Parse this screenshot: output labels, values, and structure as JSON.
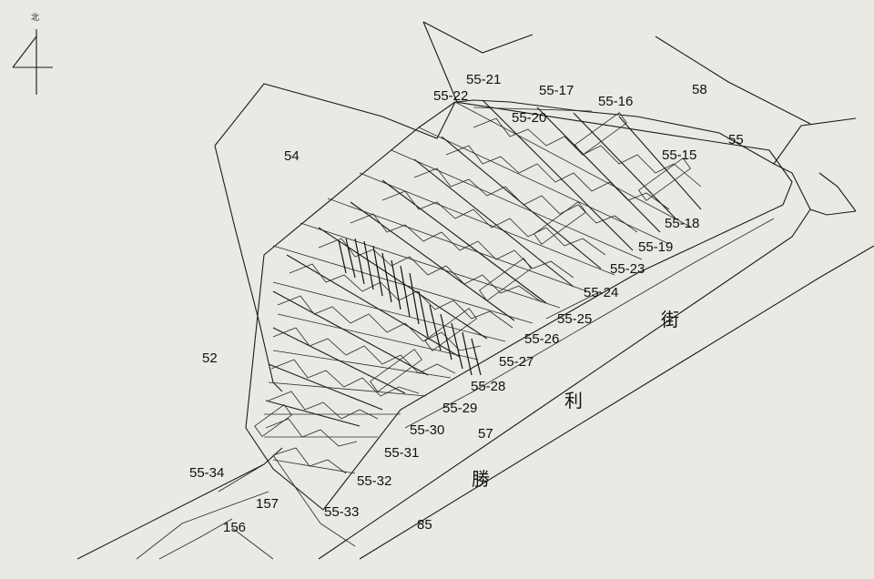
{
  "north": {
    "label": "北",
    "arrow_icon": "north-arrow-icon"
  },
  "road": {
    "chars": [
      "街",
      "利",
      "勝"
    ]
  },
  "parcels": [
    "55-21",
    "55-22",
    "55-17",
    "55-16",
    "58",
    "55-20",
    "55",
    "54",
    "55-15",
    "55-18",
    "55-19",
    "55-23",
    "55-24",
    "55-25",
    "55-26",
    "52",
    "55-27",
    "55-28",
    "55-29",
    "55-30",
    "57",
    "55-31",
    "55-34",
    "55-32",
    "157",
    "55-33",
    "156",
    "85"
  ]
}
